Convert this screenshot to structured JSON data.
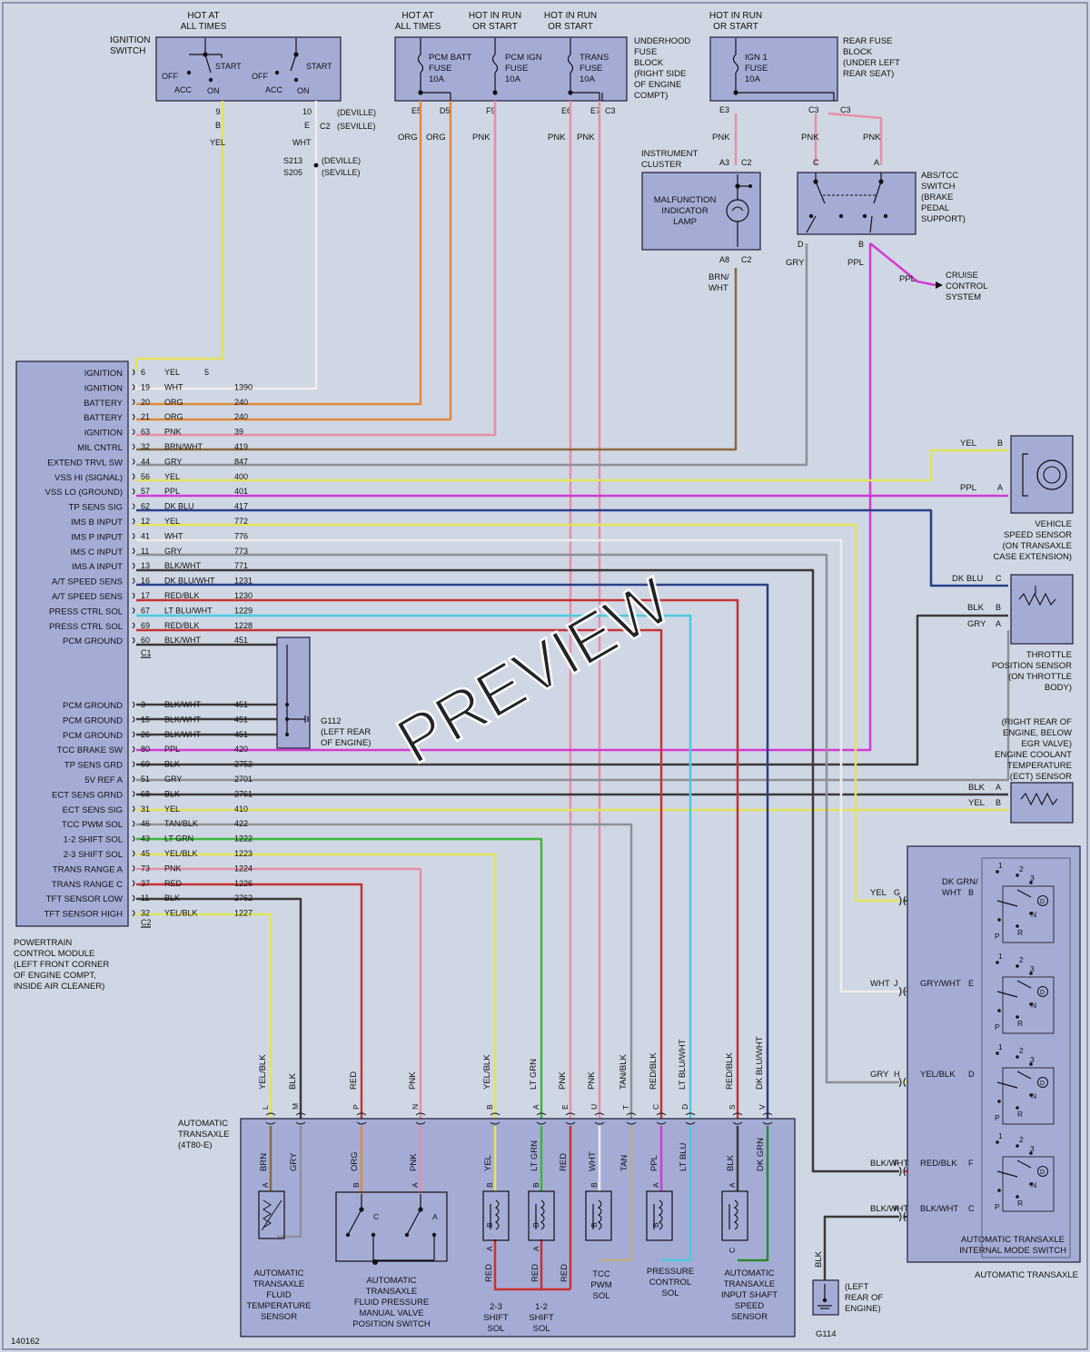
{
  "doc_id": "140162",
  "watermark": "PREVIEW",
  "ignition_switch": {
    "title": [
      "IGNITION",
      "SWITCH"
    ],
    "hot": [
      "HOT AT",
      "ALL TIMES"
    ],
    "pos": [
      "OFF",
      "ACC",
      "ON",
      "START"
    ],
    "pins": [
      "9",
      "10"
    ],
    "cav": [
      "B",
      "E"
    ],
    "wires": [
      "YEL",
      "WHT"
    ],
    "conn": "C2",
    "deville": "(DEVILLE)",
    "seville": "(SEVILLE)",
    "splices": [
      "S213",
      "S205"
    ]
  },
  "fuse_block": {
    "hot": [
      [
        "HOT AT",
        "ALL TIMES"
      ],
      [
        "HOT IN RUN",
        "OR START"
      ],
      [
        "HOT IN RUN",
        "OR START"
      ]
    ],
    "fuses": [
      [
        "PCM BATT",
        "FUSE",
        "10A"
      ],
      [
        "PCM IGN",
        "FUSE",
        "10A"
      ],
      [
        "TRANS",
        "FUSE",
        "10A"
      ]
    ],
    "label": [
      "UNDERHOOD",
      "FUSE",
      "BLOCK",
      "(RIGHT SIDE",
      "OF ENGINE",
      "COMPT)"
    ],
    "pins": [
      "E5",
      "D5",
      "F9",
      "E6",
      "E7",
      "C3"
    ],
    "wires": [
      "ORG",
      "ORG",
      "PNK",
      "PNK",
      "PNK"
    ]
  },
  "rear_fuse": {
    "hot": [
      "HOT IN RUN",
      "OR START"
    ],
    "fuse": [
      "IGN 1",
      "FUSE",
      "10A"
    ],
    "label": [
      "REAR FUSE",
      "BLOCK",
      "(UNDER LEFT",
      "REAR SEAT)"
    ],
    "pins": [
      "E3",
      "C3",
      "C3"
    ],
    "wires": [
      "PNK",
      "PNK",
      "PNK"
    ]
  },
  "cluster": {
    "label": [
      "INSTRUMENT",
      "CLUSTER"
    ],
    "lamp": [
      "MALFUNCTION",
      "INDICATOR",
      "LAMP"
    ],
    "pins": [
      "A3",
      "C2",
      "A8",
      "C2"
    ],
    "wire": [
      "BRN/",
      "WHT"
    ]
  },
  "abs_switch": {
    "label": [
      "ABS/TCC",
      "SWITCH",
      "(BRAKE",
      "PEDAL",
      "SUPPORT)"
    ],
    "pins": [
      "C",
      "A",
      "D",
      "B"
    ],
    "wires": [
      "GRY",
      "PPL",
      "PPL"
    ],
    "cruise": [
      "CRUISE",
      "CONTROL",
      "SYSTEM"
    ]
  },
  "pcm": {
    "label": [
      "POWERTRAIN",
      "CONTROL MODULE",
      "(LEFT FRONT CORNER",
      "OF ENGINE COMPT,",
      "INSIDE AIR CLEANER)"
    ],
    "c1": "C1",
    "c2": "C2",
    "rows": [
      {
        "name": "IGNITION",
        "pin": "6",
        "color": "YEL",
        "ckt": "5"
      },
      {
        "name": "IGNITION",
        "pin": "19",
        "color": "WHT",
        "ckt": "1390"
      },
      {
        "name": "BATTERY",
        "pin": "20",
        "color": "ORG",
        "ckt": "240"
      },
      {
        "name": "BATTERY",
        "pin": "21",
        "color": "ORG",
        "ckt": "240"
      },
      {
        "name": "IGNITION",
        "pin": "63",
        "color": "PNK",
        "ckt": "39"
      },
      {
        "name": "MIL CNTRL",
        "pin": "32",
        "color": "BRN/WHT",
        "ckt": "419"
      },
      {
        "name": "EXTEND TRVL SW",
        "pin": "44",
        "color": "GRY",
        "ckt": "847"
      },
      {
        "name": "VSS HI (SIGNAL)",
        "pin": "56",
        "color": "YEL",
        "ckt": "400"
      },
      {
        "name": "VSS LO (GROUND)",
        "pin": "57",
        "color": "PPL",
        "ckt": "401"
      },
      {
        "name": "TP SENS SIG",
        "pin": "62",
        "color": "DK BLU",
        "ckt": "417"
      },
      {
        "name": "IMS B INPUT",
        "pin": "12",
        "color": "YEL",
        "ckt": "772"
      },
      {
        "name": "IMS P INPUT",
        "pin": "41",
        "color": "WHT",
        "ckt": "776"
      },
      {
        "name": "IMS C INPUT",
        "pin": "11",
        "color": "GRY",
        "ckt": "773"
      },
      {
        "name": "IMS A INPUT",
        "pin": "13",
        "color": "BLK/WHT",
        "ckt": "771"
      },
      {
        "name": "A/T SPEED SENS",
        "pin": "16",
        "color": "DK BLU/WHT",
        "ckt": "1231"
      },
      {
        "name": "A/T SPEED SENS",
        "pin": "17",
        "color": "RED/BLK",
        "ckt": "1230"
      },
      {
        "name": "PRESS CTRL SOL",
        "pin": "67",
        "color": "LT BLU/WHT",
        "ckt": "1229"
      },
      {
        "name": "PRESS CTRL SOL",
        "pin": "69",
        "color": "RED/BLK",
        "ckt": "1228"
      },
      {
        "name": "PCM GROUND",
        "pin": "60",
        "color": "BLK/WHT",
        "ckt": "451"
      },
      {
        "name": "PCM GROUND",
        "pin": "3",
        "color": "BLK/WHT",
        "ckt": "451"
      },
      {
        "name": "PCM GROUND",
        "pin": "15",
        "color": "BLK/WHT",
        "ckt": "451"
      },
      {
        "name": "PCM GROUND",
        "pin": "26",
        "color": "BLK/WHT",
        "ckt": "451"
      },
      {
        "name": "TCC BRAKE SW",
        "pin": "80",
        "color": "PPL",
        "ckt": "420"
      },
      {
        "name": "TP SENS GRD",
        "pin": "69",
        "color": "BLK",
        "ckt": "2752"
      },
      {
        "name": "5V REF A",
        "pin": "51",
        "color": "GRY",
        "ckt": "2701"
      },
      {
        "name": "ECT SENS GRND",
        "pin": "68",
        "color": "BLK",
        "ckt": "2761"
      },
      {
        "name": "ECT SENS SIG",
        "pin": "31",
        "color": "YEL",
        "ckt": "410"
      },
      {
        "name": "TCC PWM SOL",
        "pin": "46",
        "color": "TAN/BLK",
        "ckt": "422"
      },
      {
        "name": "1-2 SHIFT SOL",
        "pin": "43",
        "color": "LT GRN",
        "ckt": "1222"
      },
      {
        "name": "2-3 SHIFT SOL",
        "pin": "45",
        "color": "YEL/BLK",
        "ckt": "1223"
      },
      {
        "name": "TRANS RANGE A",
        "pin": "73",
        "color": "PNK",
        "ckt": "1224"
      },
      {
        "name": "TRANS RANGE C",
        "pin": "37",
        "color": "RED",
        "ckt": "1226"
      },
      {
        "name": "TFT SENSOR LOW",
        "pin": "11",
        "color": "BLK",
        "ckt": "2762"
      },
      {
        "name": "TFT SENSOR HIGH",
        "pin": "32",
        "color": "YEL/BLK",
        "ckt": "1227"
      }
    ]
  },
  "g112": [
    "G112",
    "(LEFT REAR",
    "OF ENGINE)"
  ],
  "vss": {
    "label": [
      "VEHICLE",
      "SPEED SENSOR",
      "(ON TRANSAXLE",
      "CASE EXTENSION)"
    ],
    "wires": [
      "YEL",
      "PPL"
    ],
    "pins": [
      "B",
      "A"
    ]
  },
  "tps": {
    "label": [
      "THROTTLE",
      "POSITION SENSOR",
      "(ON THROTTLE",
      "BODY)"
    ],
    "wires": [
      "DK BLU",
      "BLK",
      "GRY"
    ],
    "pins": [
      "C",
      "B",
      "A"
    ]
  },
  "ect": {
    "label": [
      "(RIGHT REAR OF",
      "ENGINE, BELOW",
      "EGR VALVE)",
      "ENGINE COOLANT",
      "TEMPERATURE",
      "(ECT) SENSOR"
    ],
    "wires": [
      "BLK",
      "YEL"
    ],
    "pins": [
      "A",
      "B"
    ]
  },
  "ims": {
    "label": [
      "AUTOMATIC TRANSAXLE",
      "INTERNAL MODE SWITCH"
    ],
    "outer": "AUTOMATIC TRANSAXLE",
    "ext": [
      {
        "wire": "YEL",
        "pin": "G"
      },
      {
        "wire": "WHT",
        "pin": "J"
      },
      {
        "wire": "GRY",
        "pin": "H"
      },
      {
        "wire": "BLK/WHT",
        "pin": "F"
      },
      {
        "wire": "BLK/WHT",
        "pin": "K"
      }
    ],
    "int": [
      {
        "wire": [
          "DK GRN/",
          "WHT"
        ],
        "pin": "B"
      },
      {
        "wire": [
          "GRY/WHT"
        ],
        "pin": "E"
      },
      {
        "wire": [
          "YEL/BLK"
        ],
        "pin": "D"
      },
      {
        "wire": [
          "RED/BLK"
        ],
        "pin": "F"
      },
      {
        "wire": [
          "BLK/WHT"
        ],
        "pin": "C"
      }
    ],
    "sw_labels": [
      "1",
      "2",
      "3",
      "P",
      "R",
      "N",
      "D"
    ]
  },
  "g114": {
    "wire": "BLK",
    "name": "G114",
    "label": [
      "(LEFT",
      "REAR OF",
      "ENGINE)"
    ]
  },
  "trans": {
    "label": [
      "AUTOMATIC",
      "TRANSAXLE",
      "(4T80-E)"
    ],
    "pins": [
      {
        "pin": "L",
        "wire": "YEL/BLK",
        "iwire": "BRN",
        "icav": "A"
      },
      {
        "pin": "M",
        "wire": "BLK",
        "iwire": "GRY",
        "icav": ""
      },
      {
        "pin": "P",
        "wire": "RED",
        "iwire": "ORG",
        "icav": "B"
      },
      {
        "pin": "N",
        "wire": "PNK",
        "iwire": "PNK",
        "icav": "A"
      },
      {
        "pin": "B",
        "wire": "YEL/BLK",
        "iwire": "YEL",
        "icav": "B"
      },
      {
        "pin": "A",
        "wire": "LT GRN",
        "iwire": "LT GRN",
        "icav": "B"
      },
      {
        "pin": "E",
        "wire": "PNK",
        "iwire": "RED",
        "icav": ""
      },
      {
        "pin": "U",
        "wire": "PNK",
        "iwire": "WHT",
        "icav": "B"
      },
      {
        "pin": "T",
        "wire": "TAN/BLK",
        "iwire": "TAN",
        "icav": ""
      },
      {
        "pin": "C",
        "wire": "RED/BLK",
        "iwire": "PPL",
        "icav": "A"
      },
      {
        "pin": "D",
        "wire": "LT BLU/WHT",
        "iwire": "LT BLU",
        "icav": ""
      },
      {
        "pin": "S",
        "wire": "RED/BLK",
        "iwire": "BLK",
        "icav": "A"
      },
      {
        "pin": "V",
        "wire": "DK BLU/WHT",
        "iwire": "DK GRN",
        "icav": ""
      }
    ],
    "low_wires": [
      "RED",
      "RED",
      "RED"
    ],
    "low_cav": [
      "A",
      "A",
      "B",
      "B",
      "B",
      "B",
      "C"
    ],
    "comp": [
      [
        "AUTOMATIC",
        "TRANSAXLE",
        "FLUID",
        "TEMPERATURE",
        "SENSOR"
      ],
      [
        "AUTOMATIC",
        "TRANSAXLE",
        "FLUID PRESSURE",
        "MANUAL VALVE",
        "POSITION SWITCH"
      ],
      [
        "2-3",
        "SHIFT",
        "SOL"
      ],
      [
        "1-2",
        "SHIFT",
        "SOL"
      ],
      [
        "TCC",
        "PWM",
        "SOL"
      ],
      [
        "PRESSURE",
        "CONTROL",
        "SOL"
      ],
      [
        "AUTOMATIC",
        "TRANSAXLE",
        "INPUT SHAFT",
        "SPEED",
        "SENSOR"
      ]
    ]
  },
  "colors": {
    "YEL": "#e3e35a",
    "WHT": "#eeeeee",
    "ORG": "#e0893a",
    "PNK": "#e690a6",
    "BRN": "#8a6a3c",
    "GRY": "#8d9098",
    "PPL": "#d23ad2",
    "DKBLU": "#2b3f8a",
    "BLK": "#3a3a3a",
    "RED": "#c83232",
    "LTBLU": "#4ec9df",
    "GRN": "#3ab83a",
    "TAN": "#c2ab80",
    "DKGRN": "#2a8a2a",
    "box": "#a4acd6",
    "stroke": "#2a2a40"
  }
}
